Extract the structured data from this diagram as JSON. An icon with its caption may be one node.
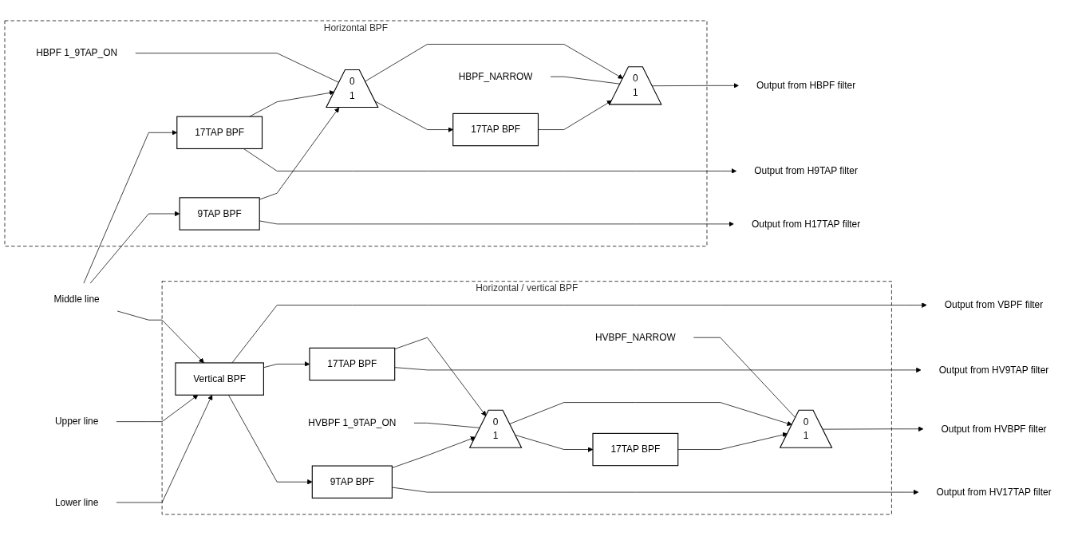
{
  "diagram": {
    "nodes": [
      {
        "text": [
          "Horizontal BPF"
        ]
      },
      {
        "text": [
          "17TAP BPF"
        ],
        "in": 0
      },
      {
        "text": [
          "9TAP BPF"
        ],
        "in": 0
      },
      {
        "text": [
          "0",
          "1"
        ],
        "in": 0
      },
      {
        "text": [
          "HBPF 1_9TAP_ON"
        ],
        "in": 0
      },
      {
        "text": [
          "17TAP BPF"
        ],
        "in": 0
      },
      {
        "text": [
          "0",
          "1"
        ],
        "in": 0
      },
      {
        "text": [
          "HBPF_NARROW"
        ],
        "in": 0
      },
      {
        "text": [
          "Output from HBPF filter"
        ]
      },
      {
        "text": [
          "Output from H17TAP filter"
        ]
      },
      {
        "text": [
          "Output from H9TAP filter"
        ]
      },
      {
        "text": [
          "Upper line"
        ]
      },
      {
        "text": [
          "Middle line"
        ]
      },
      {
        "text": [
          "Lower line"
        ]
      },
      {
        "text": [
          "Horizontal / vertical BPF"
        ]
      },
      {
        "text": [
          "Vertical BPF"
        ],
        "in": 14
      },
      {
        "text": [
          "17TAP BPF"
        ],
        "in": 14
      },
      {
        "text": [
          "9TAP BPF"
        ],
        "in": 14
      },
      {
        "text": [
          "0",
          "1"
        ],
        "in": 14
      },
      {
        "text": [
          "HVBPF 1_9TAP_ON"
        ],
        "in": 14
      },
      {
        "text": [
          "17TAP BPF"
        ],
        "in": 14
      },
      {
        "text": [
          "0",
          "1"
        ],
        "in": 14
      },
      {
        "text": [
          "HVBPF_NARROW"
        ],
        "in": 14
      },
      {
        "text": [
          "Output from VBPF filter"
        ]
      },
      {
        "text": [
          "Output from HVBPF filter"
        ]
      },
      {
        "text": [
          "Output from HV17TAP filter"
        ]
      },
      {
        "text": [
          "Output from HV9TAP filter"
        ]
      }
    ],
    "edges": [
      {
        "from": 12,
        "to": 1,
        "arrow": "to"
      },
      {
        "from": 12,
        "to": 2,
        "arrow": "to"
      },
      {
        "from": 1,
        "to": 3,
        "arrow": "to"
      },
      {
        "from": 2,
        "to": 3,
        "arrow": "to"
      },
      {
        "from": 4,
        "to": 3,
        "arrow": "none"
      },
      {
        "from": 3,
        "to": 6,
        "arrow": "to"
      },
      {
        "from": 3,
        "to": 5,
        "arrow": "to"
      },
      {
        "from": 5,
        "to": 6,
        "arrow": "to"
      },
      {
        "from": 7,
        "to": 6,
        "arrow": "none"
      },
      {
        "from": 6,
        "to": 8,
        "arrow": "to"
      },
      {
        "from": 2,
        "to": 9,
        "arrow": "to"
      },
      {
        "from": 1,
        "to": 10,
        "arrow": "to"
      },
      {
        "from": 11,
        "to": 15,
        "arrow": "to"
      },
      {
        "from": 12,
        "to": 15,
        "arrow": "to"
      },
      {
        "from": 13,
        "to": 15,
        "arrow": "to"
      },
      {
        "from": 15,
        "to": 23,
        "arrow": "to"
      },
      {
        "from": 15,
        "to": 16,
        "arrow": "to"
      },
      {
        "from": 15,
        "to": 17,
        "arrow": "to"
      },
      {
        "from": 16,
        "to": 18,
        "arrow": "to"
      },
      {
        "from": 17,
        "to": 18,
        "arrow": "to"
      },
      {
        "from": 19,
        "to": 18,
        "arrow": "none"
      },
      {
        "from": 18,
        "to": 21,
        "arrow": "to"
      },
      {
        "from": 18,
        "to": 20,
        "arrow": "to"
      },
      {
        "from": 20,
        "to": 21,
        "arrow": "to"
      },
      {
        "from": 22,
        "to": 21,
        "arrow": "none"
      },
      {
        "from": 21,
        "to": 24,
        "arrow": "to"
      },
      {
        "from": 17,
        "to": 25,
        "arrow": "to"
      },
      {
        "from": 16,
        "to": 26,
        "arrow": "to"
      }
    ]
  }
}
